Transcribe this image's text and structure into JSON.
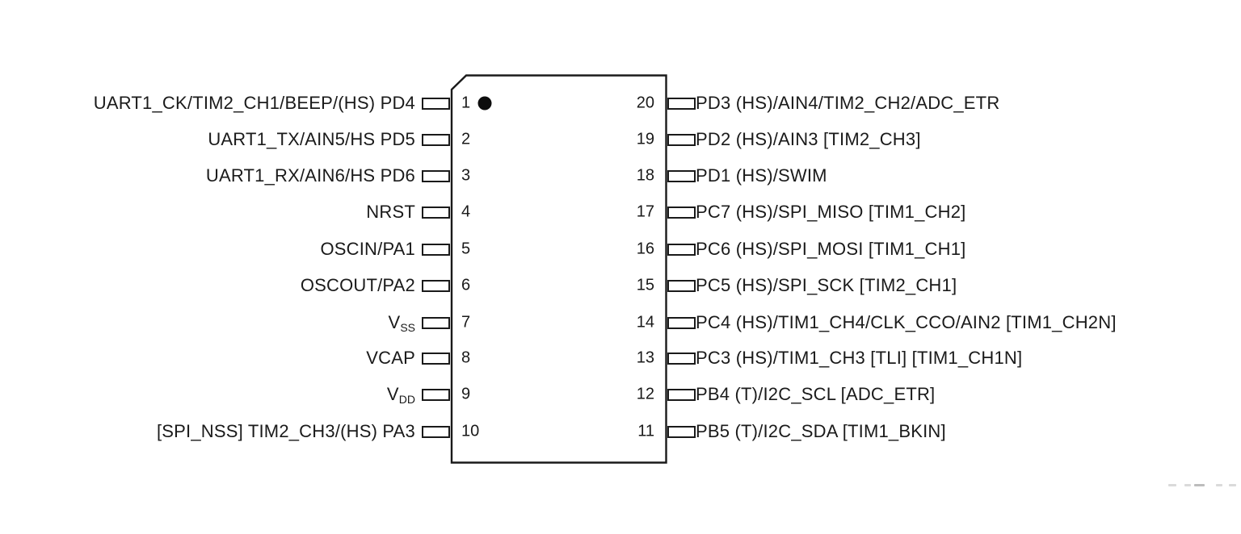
{
  "diagram": {
    "type": "ic-pinout",
    "package_pins": 20,
    "colors": {
      "line": "#1a1a1a",
      "background": "#ffffff",
      "pin1_marker": "#0d0d0d"
    }
  },
  "pins": {
    "left": [
      {
        "num": "1",
        "label": "UART1_CK/TIM2_CH1/BEEP/(HS) PD4"
      },
      {
        "num": "2",
        "label": "UART1_TX/AIN5/HS PD5"
      },
      {
        "num": "3",
        "label": "UART1_RX/AIN6/HS PD6"
      },
      {
        "num": "4",
        "label": "NRST"
      },
      {
        "num": "5",
        "label": "OSCIN/PA1"
      },
      {
        "num": "6",
        "label": "OSCOUT/PA2"
      },
      {
        "num": "7",
        "label": "V",
        "sub": "SS"
      },
      {
        "num": "8",
        "label": "VCAP"
      },
      {
        "num": "9",
        "label": "V",
        "sub": "DD"
      },
      {
        "num": "10",
        "label": "[SPI_NSS] TIM2_CH3/(HS) PA3"
      }
    ],
    "right": [
      {
        "num": "20",
        "label": "PD3 (HS)/AIN4/TIM2_CH2/ADC_ETR"
      },
      {
        "num": "19",
        "label": "PD2 (HS)/AIN3 [TIM2_CH3]"
      },
      {
        "num": "18",
        "label": "PD1 (HS)/SWIM"
      },
      {
        "num": "17",
        "label": "PC7 (HS)/SPI_MISO [TIM1_CH2]"
      },
      {
        "num": "16",
        "label": "PC6 (HS)/SPI_MOSI [TIM1_CH1]"
      },
      {
        "num": "15",
        "label": "PC5 (HS)/SPI_SCK [TIM2_CH1]"
      },
      {
        "num": "14",
        "label": "PC4 (HS)/TIM1_CH4/CLK_CCO/AIN2 [TIM1_CH2N]"
      },
      {
        "num": "13",
        "label": "PC3 (HS)/TIM1_CH3 [TLI] [TIM1_CH1N]"
      },
      {
        "num": "12",
        "label": "PB4 (T)/I2C_SCL [ADC_ETR]"
      },
      {
        "num": "11",
        "label": "PB5 (T)/I2C_SDA [TIM1_BKIN]"
      }
    ]
  }
}
